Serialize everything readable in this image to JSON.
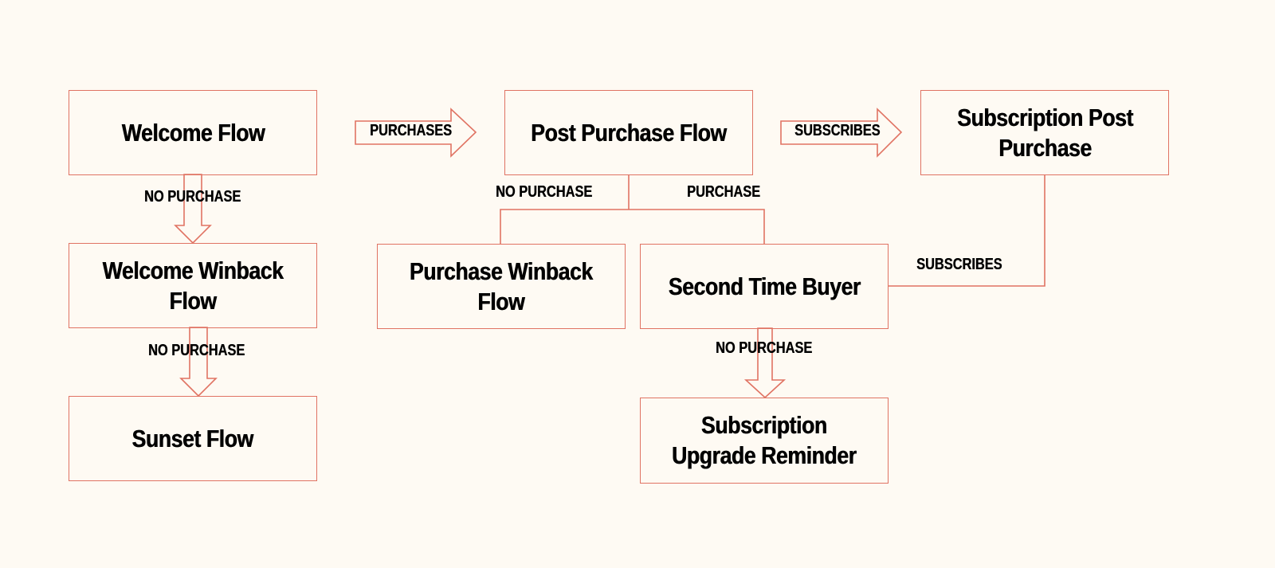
{
  "diagram": {
    "background": "#fefaf3",
    "stroke_color": "#e07363",
    "nodes": [
      {
        "id": "welcome-flow",
        "label": "Welcome Flow"
      },
      {
        "id": "welcome-winback-flow",
        "label": "Welcome Winback\nFlow"
      },
      {
        "id": "sunset-flow",
        "label": "Sunset Flow"
      },
      {
        "id": "post-purchase-flow",
        "label": "Post Purchase Flow"
      },
      {
        "id": "purchase-winback-flow",
        "label": "Purchase Winback\nFlow"
      },
      {
        "id": "second-time-buyer",
        "label": "Second Time Buyer"
      },
      {
        "id": "subscription-upgrade-reminder",
        "label": "Subscription\nUpgrade Reminder"
      },
      {
        "id": "subscription-post-purchase",
        "label": "Subscription Post\nPurchase"
      }
    ],
    "edges": [
      {
        "from": "welcome-flow",
        "to": "post-purchase-flow",
        "label": "PURCHASES"
      },
      {
        "from": "post-purchase-flow",
        "to": "subscription-post-purchase",
        "label": "SUBSCRIBES"
      },
      {
        "from": "welcome-flow",
        "to": "welcome-winback-flow",
        "label": "NO PURCHASE"
      },
      {
        "from": "welcome-winback-flow",
        "to": "sunset-flow",
        "label": "NO PURCHASE"
      },
      {
        "from": "post-purchase-flow",
        "to": "purchase-winback-flow",
        "label": "NO PURCHASE"
      },
      {
        "from": "post-purchase-flow",
        "to": "second-time-buyer",
        "label": "PURCHASE"
      },
      {
        "from": "second-time-buyer",
        "to": "subscription-post-purchase",
        "label": "SUBSCRIBES"
      },
      {
        "from": "second-time-buyer",
        "to": "subscription-upgrade-reminder",
        "label": "NO PURCHASE"
      }
    ]
  }
}
